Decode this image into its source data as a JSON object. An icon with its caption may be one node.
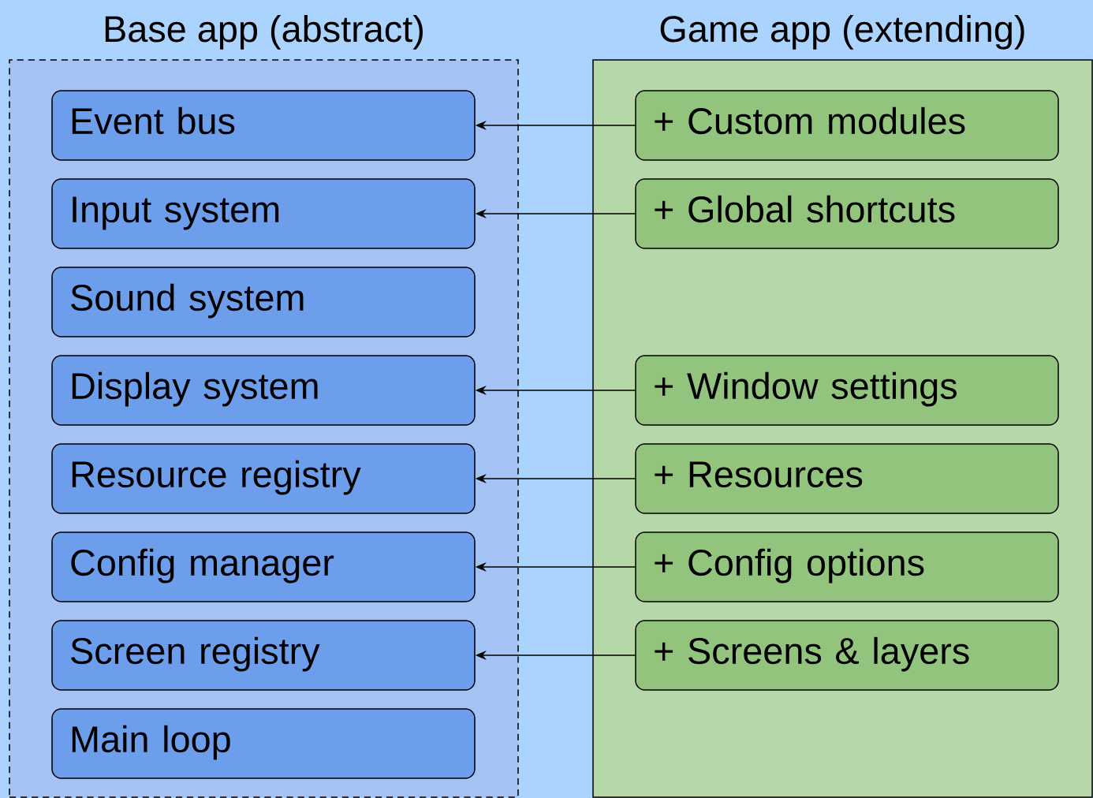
{
  "diagram": {
    "nodes": [
      {
        "text": [
          "Base app (abstract)"
        ]
      },
      {
        "text": [
          "Event bus"
        ],
        "in": 0
      },
      {
        "text": [
          "Input system"
        ],
        "in": 0
      },
      {
        "text": [
          "Sound system"
        ],
        "in": 0
      },
      {
        "text": [
          "Display system"
        ],
        "in": 0
      },
      {
        "text": [
          "Resource registry"
        ],
        "in": 0
      },
      {
        "text": [
          "Config manager"
        ],
        "in": 0
      },
      {
        "text": [
          "Screen registry"
        ],
        "in": 0
      },
      {
        "text": [
          "Main loop"
        ],
        "in": 0
      },
      {
        "text": [
          "Game app (extending)"
        ]
      },
      {
        "text": [
          "+ Custom modules"
        ],
        "in": 9
      },
      {
        "text": [
          "+ Global shortcuts"
        ],
        "in": 9
      },
      {
        "text": [
          "+ Window settings"
        ],
        "in": 9
      },
      {
        "text": [
          "+ Resources"
        ],
        "in": 9
      },
      {
        "text": [
          "+ Config options"
        ],
        "in": 9
      },
      {
        "text": [
          "+ Screens & layers"
        ],
        "in": 9
      }
    ],
    "edges": [
      {
        "from": 10,
        "to": 1,
        "arrow": "to"
      },
      {
        "from": 11,
        "to": 2,
        "arrow": "to"
      },
      {
        "from": 12,
        "to": 4,
        "arrow": "to"
      },
      {
        "from": 13,
        "to": 5,
        "arrow": "to"
      },
      {
        "from": 14,
        "to": 6,
        "arrow": "to"
      },
      {
        "from": 15,
        "to": 7,
        "arrow": "to"
      }
    ]
  }
}
